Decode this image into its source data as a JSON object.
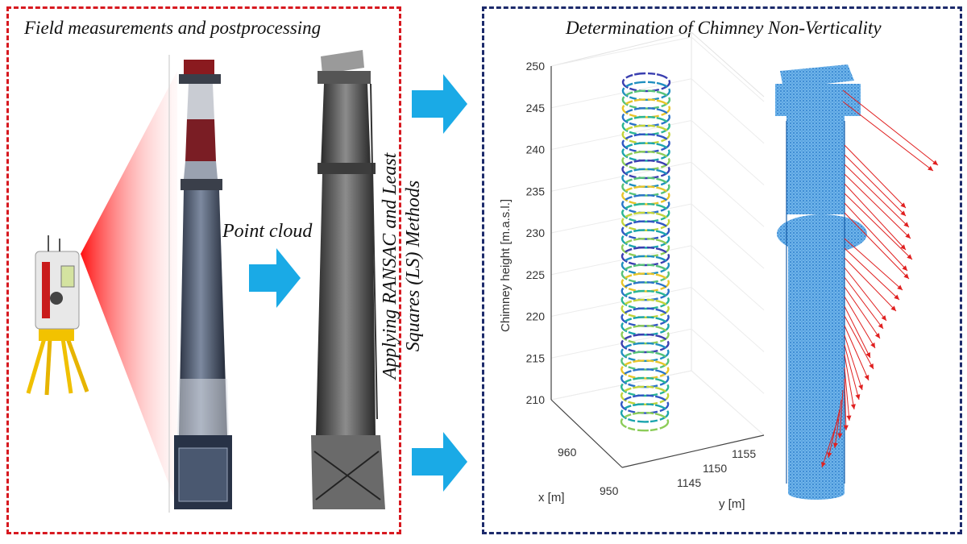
{
  "panels": {
    "left_title": "Field measurements and postprocessing",
    "right_title": "Determination of Chimney Non-Verticality"
  },
  "labels": {
    "point_cloud": "Point cloud",
    "method_line1": "Applying RANSAC and Least",
    "method_line2": "Squares (LS) Methods"
  },
  "colors": {
    "left_border": "#d71920",
    "right_border": "#1c2a6b",
    "arrow": "#1aaae6",
    "cloud_points": "#2b86d0",
    "deviation_vectors": "#e02020"
  },
  "chart_data": {
    "type": "scatter",
    "ylabel": "Chimney height [m.a.s.l.]",
    "xlabel": "x [m]",
    "zlabel": "y [m]",
    "z_ticks": [
      210,
      215,
      220,
      225,
      230,
      235,
      240,
      245,
      250
    ],
    "x_ticks": [
      950,
      960
    ],
    "y_ticks": [
      1145,
      1150,
      1155
    ],
    "grid": true
  }
}
